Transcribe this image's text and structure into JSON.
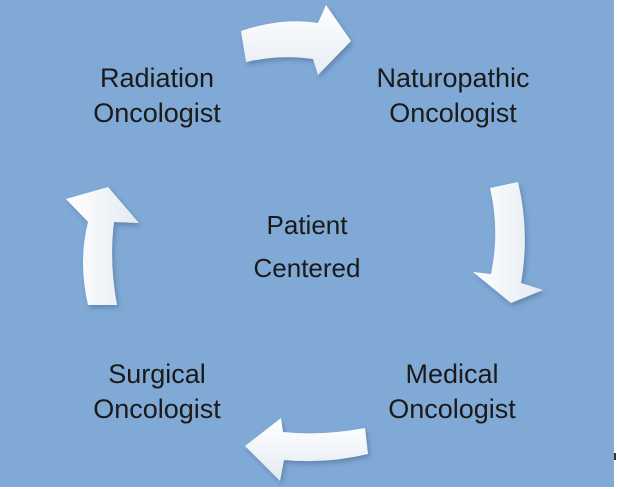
{
  "diagram": {
    "background_color": "#80a9d5",
    "arrow_color": "#ffffff",
    "text_color": "#1a1a1a",
    "center": {
      "line1": "Patient",
      "line2": "Centered"
    },
    "nodes": [
      {
        "id": "radiation",
        "line1": "Radiation",
        "line2": "Oncologist"
      },
      {
        "id": "naturopathic",
        "line1": "Naturopathic",
        "line2": "Oncologist"
      },
      {
        "id": "medical",
        "line1": "Medical",
        "line2": "Oncologist"
      },
      {
        "id": "surgical",
        "line1": "Surgical",
        "line2": "Oncologist"
      }
    ],
    "flow_direction": "clockwise",
    "arrows": [
      {
        "from": "radiation",
        "to": "naturopathic"
      },
      {
        "from": "naturopathic",
        "to": "medical"
      },
      {
        "from": "medical",
        "to": "surgical"
      },
      {
        "from": "surgical",
        "to": "radiation"
      }
    ]
  }
}
